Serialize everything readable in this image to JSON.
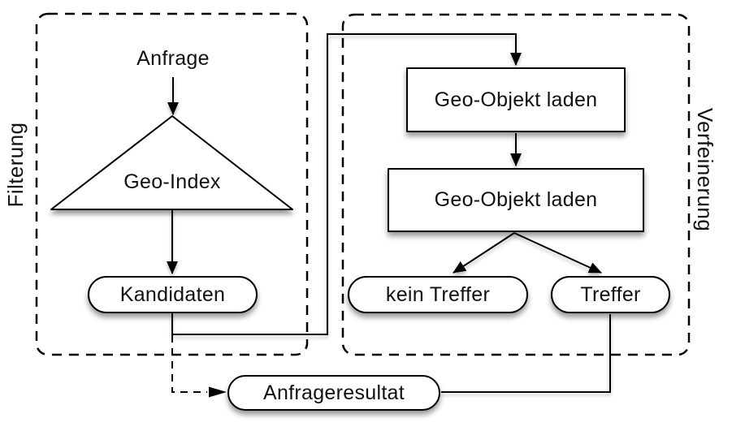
{
  "diagram": {
    "groups": {
      "left": {
        "label": "Filterung"
      },
      "right": {
        "label": "Verfeinerung"
      }
    },
    "nodes": {
      "anfrage": "Anfrage",
      "geo_index": "Geo-Index",
      "kandidaten": "Kandidaten",
      "load1": "Geo-Objekt laden",
      "load2": "Geo-Objekt laden",
      "kein_treffer": "kein Treffer",
      "treffer": "Treffer",
      "anfrageresultat": "Anfrageresultat"
    },
    "edges": [
      {
        "from": "anfrage",
        "to": "geo_index",
        "style": "solid-arrow"
      },
      {
        "from": "geo_index",
        "to": "kandidaten",
        "style": "solid-arrow"
      },
      {
        "from": "kandidaten",
        "to": "load1",
        "style": "solid-arrow"
      },
      {
        "from": "load1",
        "to": "load2",
        "style": "solid-arrow"
      },
      {
        "from": "load2",
        "to": "kein_treffer",
        "style": "solid-arrow"
      },
      {
        "from": "load2",
        "to": "treffer",
        "style": "solid-arrow"
      },
      {
        "from": "treffer",
        "to": "anfrageresultat",
        "style": "solid-line"
      },
      {
        "from": "kandidaten",
        "to": "anfrageresultat",
        "style": "dashed-arrow"
      }
    ],
    "colors": {
      "stroke": "#000000",
      "fill": "#ffffff",
      "background": "#ffffff"
    }
  }
}
